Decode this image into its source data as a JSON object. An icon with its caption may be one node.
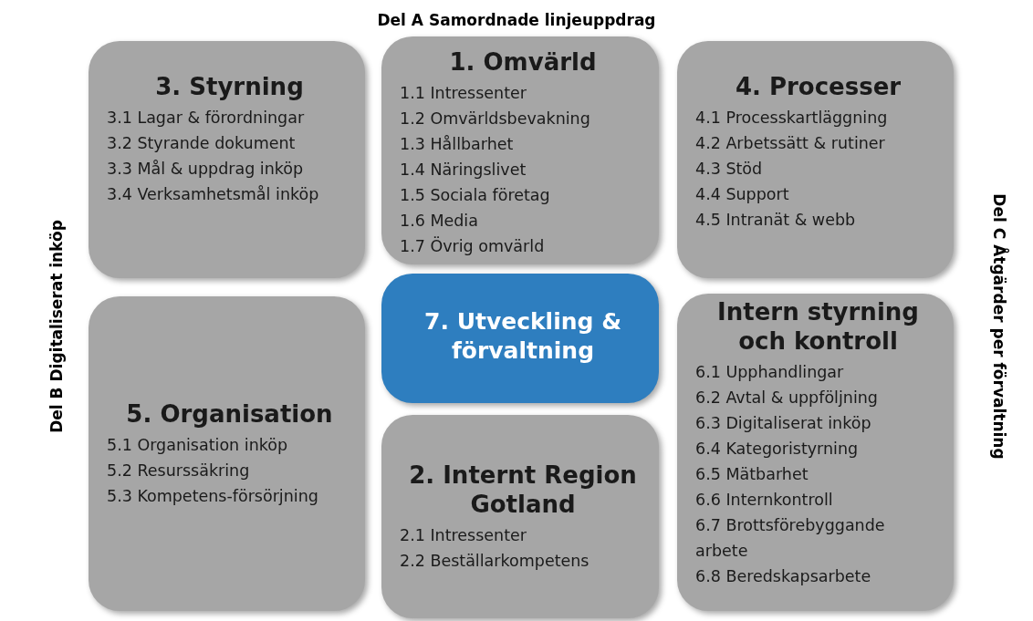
{
  "diagram": {
    "nodes": [
      {
        "text": [
          "3. Styrning",
          "3.1 Lagar & förordningar",
          "3.2 Styrande dokument",
          "3.3 Mål & uppdrag inköp",
          "3.4 Verksamhetsmål inköp"
        ]
      },
      {
        "text": [
          "1. Omvärld",
          "1.1 Intressenter",
          "1.2 Omvärldsbevakning",
          "1.3 Hållbarhet",
          "1.4 Näringslivet",
          "1.5 Sociala företag",
          "1.6 Media",
          "1.7 Övrig omvärld"
        ]
      },
      {
        "text": [
          "4. Processer",
          "4.1 Processkartläggning",
          "4.2 Arbetssätt & rutiner",
          "4.3 Stöd",
          "4.4 Support",
          "4.5 Intranät & webb"
        ]
      },
      {
        "text": [
          "5. Organisation",
          "5.1 Organisation inköp",
          "5.2 Resurssäkring",
          "5.3 Kompetens-försörjning"
        ]
      },
      {
        "text": [
          "7. Utveckling & förvaltning"
        ]
      },
      {
        "text": [
          "Intern styrning och kontroll",
          "6.1 Upphandlingar",
          "6.2 Avtal & uppföljning",
          "6.3 Digitaliserat inköp",
          "6.4 Kategoristyrning",
          "6.5 Mätbarhet",
          "6.6 Internkontroll",
          "6.7 Brottsförebyggande arbete",
          "6.8 Beredskapsarbete"
        ]
      },
      {
        "text": [
          "2. Internt Region Gotland",
          "2.1 Intressenter",
          "2.2 Beställarkompetens"
        ]
      }
    ],
    "labels": [
      "Del A Samordnade linjeuppdrag",
      "Del B Digitaliserat inköp",
      "Del C Åtgärder per förvaltning"
    ]
  }
}
